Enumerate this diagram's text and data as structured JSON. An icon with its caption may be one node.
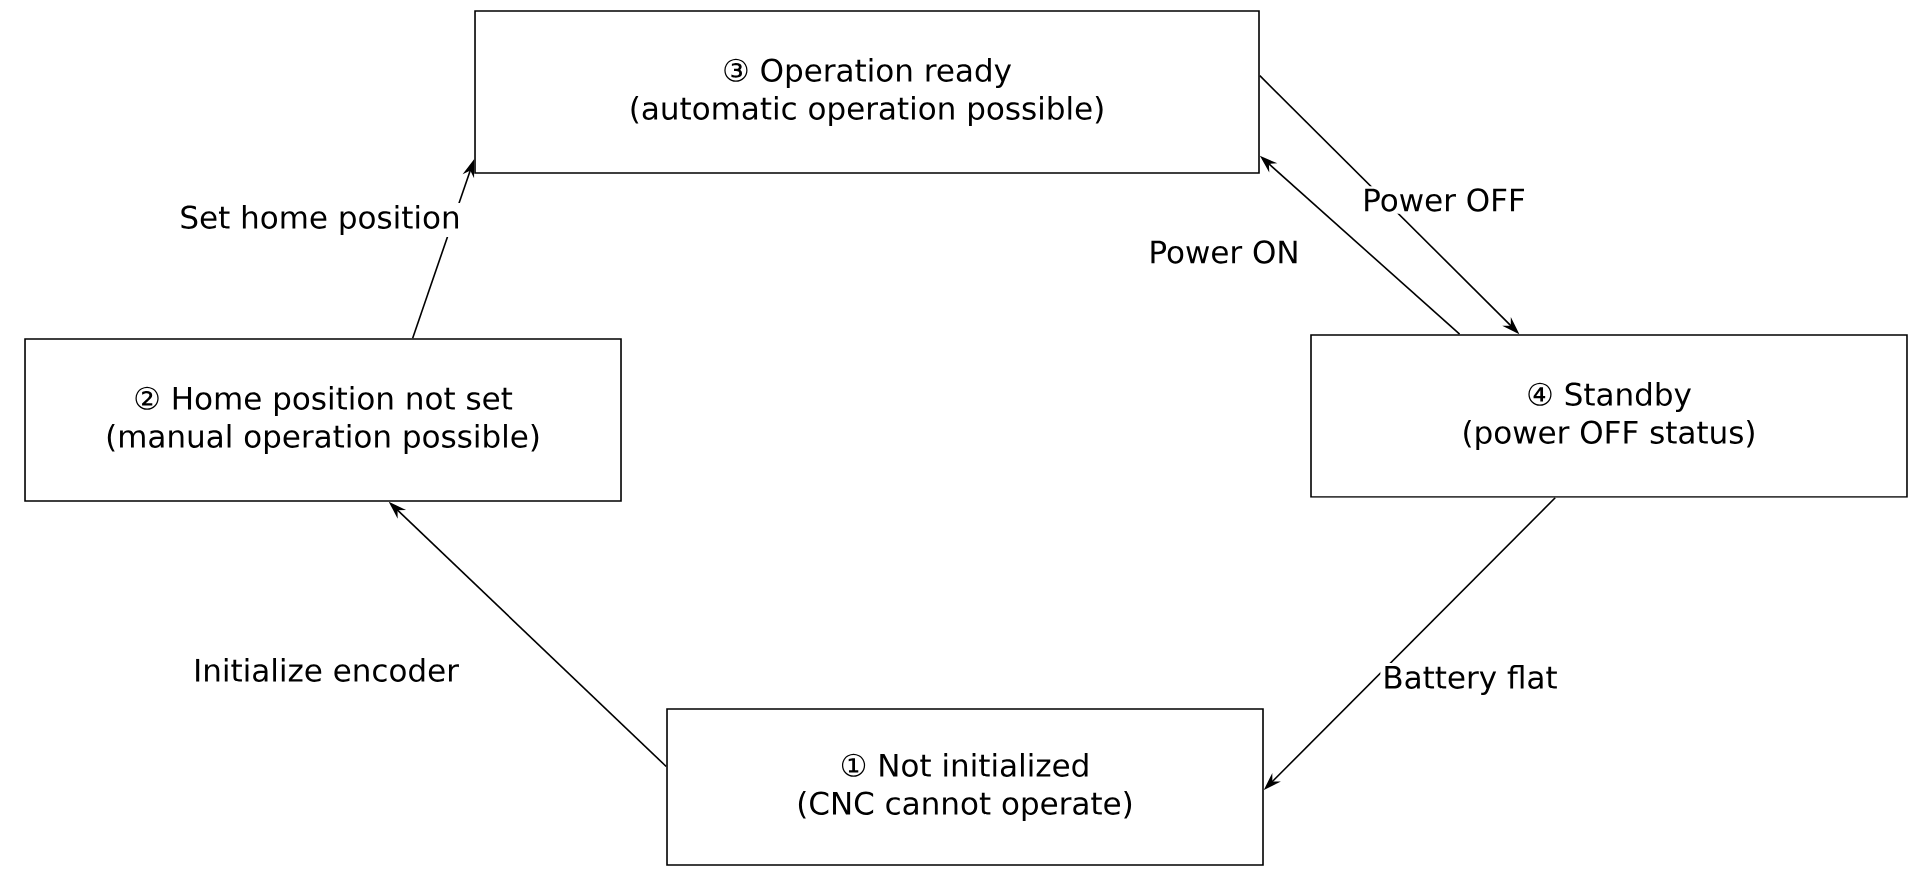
{
  "diagram": {
    "nodes": [
      {
        "text": [
          "③ Operation ready",
          "(automatic operation possible)"
        ]
      },
      {
        "text": [
          "② Home position not set",
          "(manual operation possible)"
        ]
      },
      {
        "text": [
          "④ Standby",
          "(power OFF status)"
        ]
      },
      {
        "text": [
          "① Not initialized",
          "(CNC cannot operate)"
        ]
      }
    ],
    "edges": [
      {
        "from": 1,
        "to": 0,
        "arrow": "to",
        "label": "Set home position"
      },
      {
        "from": 0,
        "to": 2,
        "arrow": "to",
        "label": "Power OFF"
      },
      {
        "from": 2,
        "to": 0,
        "arrow": "to",
        "label": "Power ON"
      },
      {
        "from": 2,
        "to": 3,
        "arrow": "to",
        "label": "Battery flat"
      },
      {
        "from": 3,
        "to": 1,
        "arrow": "to",
        "label": "Initialize encoder"
      }
    ]
  }
}
